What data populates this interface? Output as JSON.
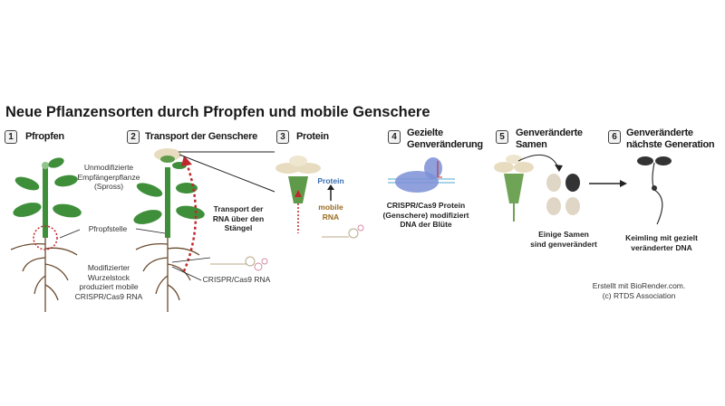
{
  "title": "Neue Pflanzensorten durch Pfropfen und mobile Genschere",
  "steps": [
    {
      "number": "1",
      "heading": "Pfropfen"
    },
    {
      "number": "2",
      "heading": "Transport der Genschere"
    },
    {
      "number": "3",
      "heading": "Protein"
    },
    {
      "number": "4",
      "heading_line1": "Gezielte",
      "heading_line2": "Genveränderung"
    },
    {
      "number": "5",
      "heading_line1": "Genveränderte",
      "heading_line2": "Samen"
    },
    {
      "number": "6",
      "heading_line1": "Genveränderte",
      "heading_line2": "nächste Generation"
    }
  ],
  "labels": {
    "scion": [
      "Unmodifizierte",
      "Empfängerpflanze",
      "(Spross)"
    ],
    "graft_site": "Pfropfstelle",
    "rootstock": [
      "Modifizierter",
      "Wurzelstock",
      "produziert mobile",
      "CRISPR/Cas9 RNA"
    ],
    "transport": [
      "Transport der",
      "RNA über den",
      "Stängel"
    ],
    "crispr_rna": "CRISPR/Cas9 RNA",
    "protein": "Protein",
    "mobile_rna": [
      "mobile",
      "RNA"
    ],
    "cas9": [
      "CRISPR/Cas9 Protein",
      "(Genschere) modifiziert",
      "DNA der Blüte"
    ],
    "seeds": [
      "Einige Samen",
      "sind genverändert"
    ],
    "seedling": [
      "Keimling mit gezielt",
      "veränderter DNA"
    ]
  },
  "credit": [
    "Erstellt mit BioRender.com.",
    "(c) RTDS Association"
  ],
  "colors": {
    "leaf": "#3f8f3a",
    "root": "#6b4a2e",
    "arrow": "#c0282d",
    "protein": "#3a6fb0",
    "rna": "#9a6b1f",
    "cas9": "#7b8fd6"
  }
}
